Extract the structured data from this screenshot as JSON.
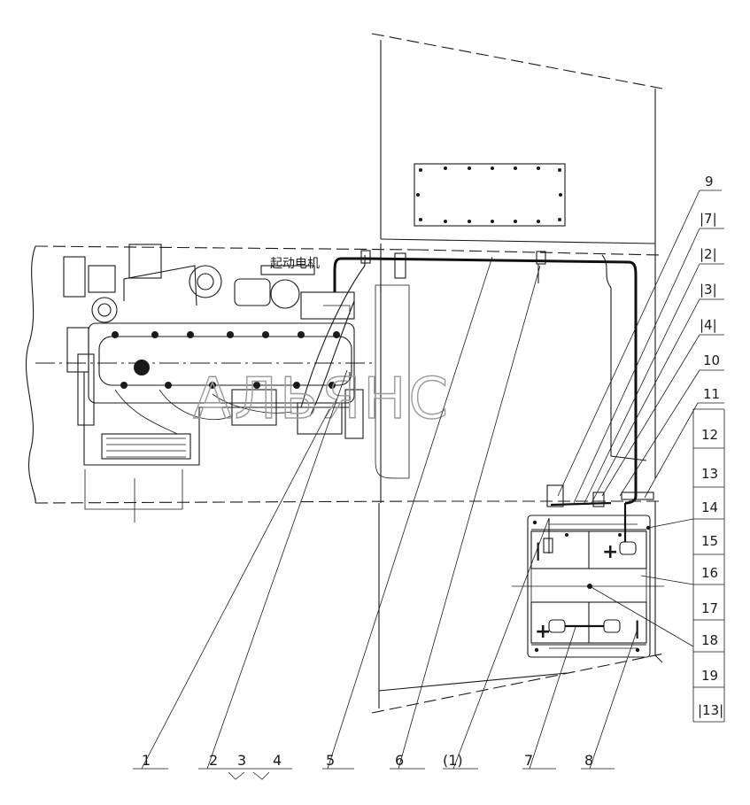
{
  "engine_label": "起动电机",
  "watermark": "АЛЬЯНС",
  "bottom_callouts": [
    "1",
    "2",
    "3",
    "4",
    "5",
    "6",
    "(1)",
    "7",
    "8"
  ],
  "right_callouts_upper": [
    "9",
    "|7|",
    "|2|",
    "|3|",
    "|4|",
    "10",
    "11"
  ],
  "right_callouts_boxed": [
    "12",
    "13",
    "14",
    "15",
    "16",
    "17",
    "18",
    "19",
    "|13|"
  ],
  "battery_symbols": {
    "plus": "+",
    "minus": "|"
  }
}
